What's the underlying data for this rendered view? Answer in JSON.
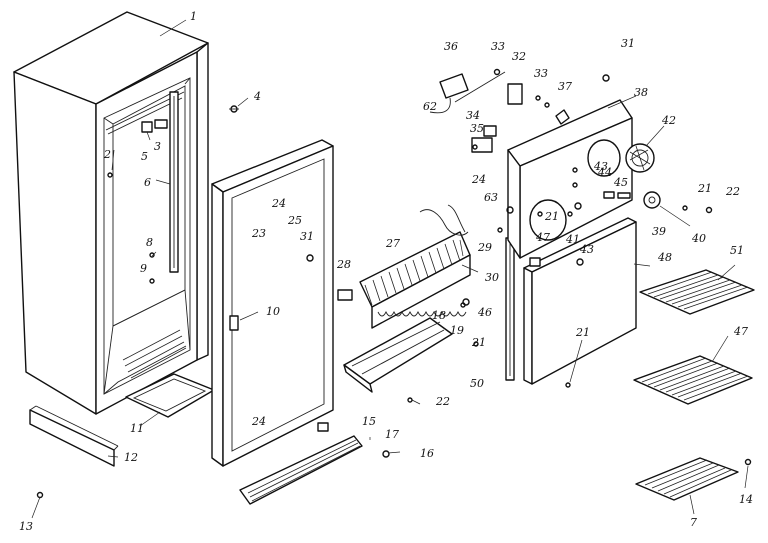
{
  "diagram": {
    "type": "exploded-parts",
    "callouts": [
      {
        "id": "c1",
        "label": "1"
      },
      {
        "id": "c2",
        "label": "2"
      },
      {
        "id": "c3",
        "label": "3"
      },
      {
        "id": "c4",
        "label": "4"
      },
      {
        "id": "c5",
        "label": "5"
      },
      {
        "id": "c6",
        "label": "6"
      },
      {
        "id": "c8",
        "label": "8"
      },
      {
        "id": "c9",
        "label": "9"
      },
      {
        "id": "c10",
        "label": "10"
      },
      {
        "id": "c11",
        "label": "11"
      },
      {
        "id": "c12",
        "label": "12"
      },
      {
        "id": "c13",
        "label": "13"
      },
      {
        "id": "c14",
        "label": "14"
      },
      {
        "id": "c15",
        "label": "15"
      },
      {
        "id": "c16",
        "label": "16"
      },
      {
        "id": "c17",
        "label": "17"
      },
      {
        "id": "c18",
        "label": "18"
      },
      {
        "id": "c19",
        "label": "19"
      },
      {
        "id": "c21a",
        "label": "21"
      },
      {
        "id": "c21b",
        "label": "21"
      },
      {
        "id": "c21c",
        "label": "21"
      },
      {
        "id": "c21d",
        "label": "21"
      },
      {
        "id": "c22a",
        "label": "22"
      },
      {
        "id": "c22b",
        "label": "22"
      },
      {
        "id": "c23",
        "label": "23"
      },
      {
        "id": "c24a",
        "label": "24"
      },
      {
        "id": "c24b",
        "label": "24"
      },
      {
        "id": "c24c",
        "label": "24"
      },
      {
        "id": "c25",
        "label": "25"
      },
      {
        "id": "c27",
        "label": "27"
      },
      {
        "id": "c28",
        "label": "28"
      },
      {
        "id": "c29",
        "label": "29"
      },
      {
        "id": "c30",
        "label": "30"
      },
      {
        "id": "c31a",
        "label": "31"
      },
      {
        "id": "c31b",
        "label": "31"
      },
      {
        "id": "c32",
        "label": "32"
      },
      {
        "id": "c33a",
        "label": "33"
      },
      {
        "id": "c33b",
        "label": "33"
      },
      {
        "id": "c34",
        "label": "34"
      },
      {
        "id": "c35",
        "label": "35"
      },
      {
        "id": "c36",
        "label": "36"
      },
      {
        "id": "c37",
        "label": "37"
      },
      {
        "id": "c38",
        "label": "38"
      },
      {
        "id": "c39",
        "label": "39"
      },
      {
        "id": "c40",
        "label": "40"
      },
      {
        "id": "c41",
        "label": "41"
      },
      {
        "id": "c42",
        "label": "42"
      },
      {
        "id": "c43a",
        "label": "43"
      },
      {
        "id": "c43b",
        "label": "43"
      },
      {
        "id": "c44",
        "label": "44"
      },
      {
        "id": "c45",
        "label": "45"
      },
      {
        "id": "c46",
        "label": "46"
      },
      {
        "id": "c47a",
        "label": "47"
      },
      {
        "id": "c47b",
        "label": "47"
      },
      {
        "id": "c48",
        "label": "48"
      },
      {
        "id": "c50",
        "label": "50"
      },
      {
        "id": "c51",
        "label": "51"
      },
      {
        "id": "c62",
        "label": "62"
      },
      {
        "id": "c63",
        "label": "63"
      },
      {
        "id": "c7",
        "label": "7"
      }
    ]
  }
}
